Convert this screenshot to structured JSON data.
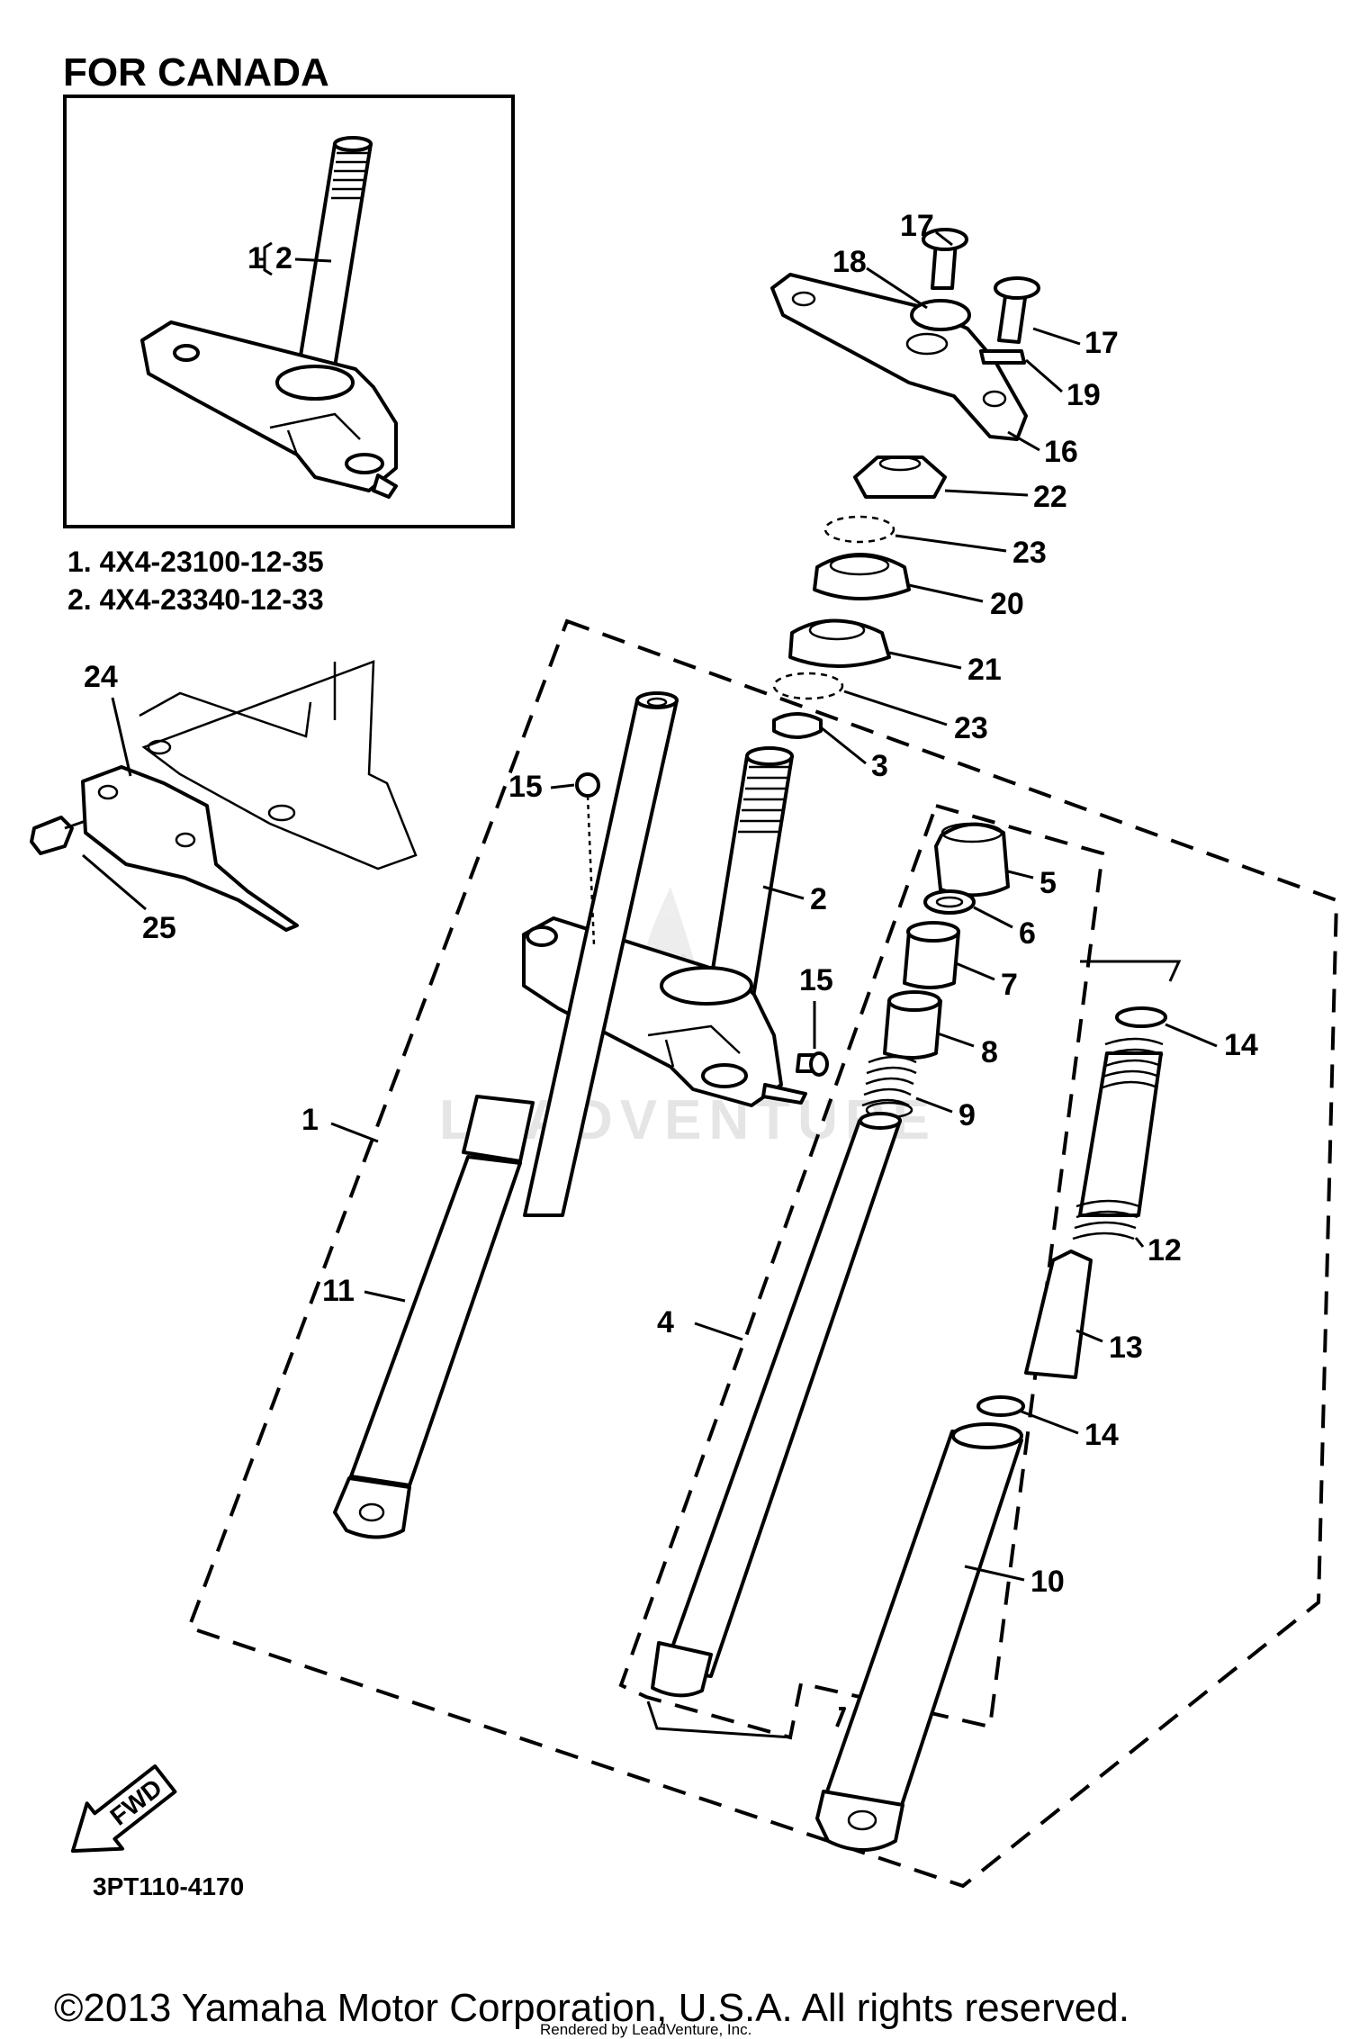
{
  "inset": {
    "title": "FOR CANADA",
    "bracket_label_outer": "1",
    "bracket_label_inner": "2",
    "part_numbers": [
      "1. 4X4-23100-12-35",
      "2. 4X4-23340-12-33"
    ]
  },
  "callouts": {
    "c1": "1",
    "c2": "2",
    "c3": "3",
    "c4": "4",
    "c5": "5",
    "c6": "6",
    "c7": "7",
    "c8": "8",
    "c9": "9",
    "c10": "10",
    "c11": "11",
    "c12": "12",
    "c13": "13",
    "c14a": "14",
    "c14b": "14",
    "c15a": "15",
    "c15b": "15",
    "c16": "16",
    "c17a": "17",
    "c17b": "17",
    "c18": "18",
    "c19": "19",
    "c20": "20",
    "c21": "21",
    "c22": "22",
    "c23a": "23",
    "c23b": "23",
    "c24": "24",
    "c25": "25"
  },
  "direction_label": "FWD",
  "figure_code": "3PT110-4170",
  "watermark": "LEADVENTURE",
  "footer": {
    "copyright": "©2013 Yamaha Motor Corporation, U.S.A. All rights reserved.",
    "rendered_by": "Rendered by LeadVenture, Inc."
  }
}
